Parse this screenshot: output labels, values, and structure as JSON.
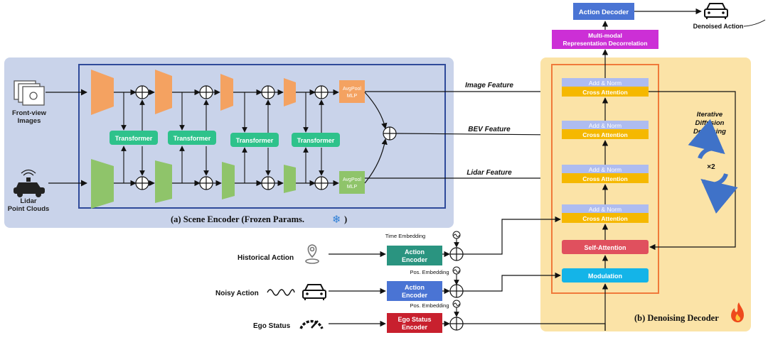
{
  "scene_encoder": {
    "title": "(a) Scene Encoder  (Frozen Params.",
    "title_close": ")",
    "transformer_label": "Transformer",
    "image_pool_line1": "AvgPool",
    "image_pool_line2": "MLP",
    "lidar_pool_line1": "AvgPool",
    "lidar_pool_line2": "MLP"
  },
  "inputs": {
    "front_view_line1": "Front-view",
    "front_view_line2": "Images",
    "lidar_line1": "Lidar",
    "lidar_line2": "Point Clouds"
  },
  "features": {
    "image": "Image Feature",
    "bev": "BEV Feature",
    "lidar": "Lidar Feature"
  },
  "decoder": {
    "title": "(b) Denoising Decoder",
    "add_norm": "Add & Norm",
    "cross_attention": "Cross Attention",
    "self_attention": "Self-Attention",
    "modulation": "Modulation",
    "iter_line1": "Iterative",
    "iter_line2": "Diffusion",
    "iter_line3": "Denoising",
    "repeat": "×2"
  },
  "top": {
    "action_decoder": "Action Decoder",
    "mmrd_line1": "Multi-modal",
    "mmrd_line2": "Representation Decorrelation",
    "denoised_action": "Denoised Action"
  },
  "left_inputs": {
    "historical_action": "Historical Action",
    "noisy_action": "Noisy Action",
    "ego_status": "Ego Status",
    "time_embedding": "Time Embedding",
    "pos_embedding_1": "Pos. Embedding",
    "pos_embedding_2": "Pos. Embedding",
    "action_encoder_line1": "Action",
    "action_encoder_line2": "Encoder",
    "action_encoder2_line1": "Action",
    "action_encoder2_line2": "Encoder",
    "ego_encoder_line1": "Ego Status",
    "ego_encoder_line2": "Encoder"
  },
  "colors": {
    "scene_bg": "#c9d3ea",
    "encoder_border": "#2f4a9a",
    "image_block": "#f4a261",
    "lidar_block": "#8fc46a",
    "transformer": "#2ec28b",
    "decoder_bg": "#fbe3a7",
    "decoder_border": "#f07a3a",
    "add_norm": "#aebcf0",
    "cross_attention": "#f5b800",
    "self_attention": "#e0505e",
    "modulation": "#14b4e8",
    "action_decoder": "#4a74d4",
    "mmrd": "#cc2fd6",
    "action_encoder_hist": "#2a9480",
    "action_encoder_noisy": "#4a74d4",
    "ego_encoder": "#c8202e",
    "cycle_arrow": "#3f72c8"
  }
}
